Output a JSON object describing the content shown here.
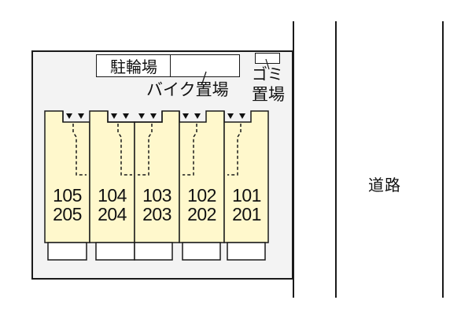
{
  "site_plan": {
    "road": {
      "label": "道路"
    },
    "bicycle_parking": {
      "label": "駐輪場"
    },
    "motorbike_parking": {
      "label": "バイク置場"
    },
    "garbage_area": {
      "label_line1": "ゴミ",
      "label_line2": "置場"
    },
    "units": [
      {
        "ground": "105",
        "upper": "205"
      },
      {
        "ground": "104",
        "upper": "204"
      },
      {
        "ground": "103",
        "upper": "203"
      },
      {
        "ground": "102",
        "upper": "202"
      },
      {
        "ground": "101",
        "upper": "201"
      }
    ],
    "colors": {
      "unit_fill": "#fff8cc",
      "lot_fill": "#f3f3f3",
      "line": "#1a1a1a"
    }
  }
}
